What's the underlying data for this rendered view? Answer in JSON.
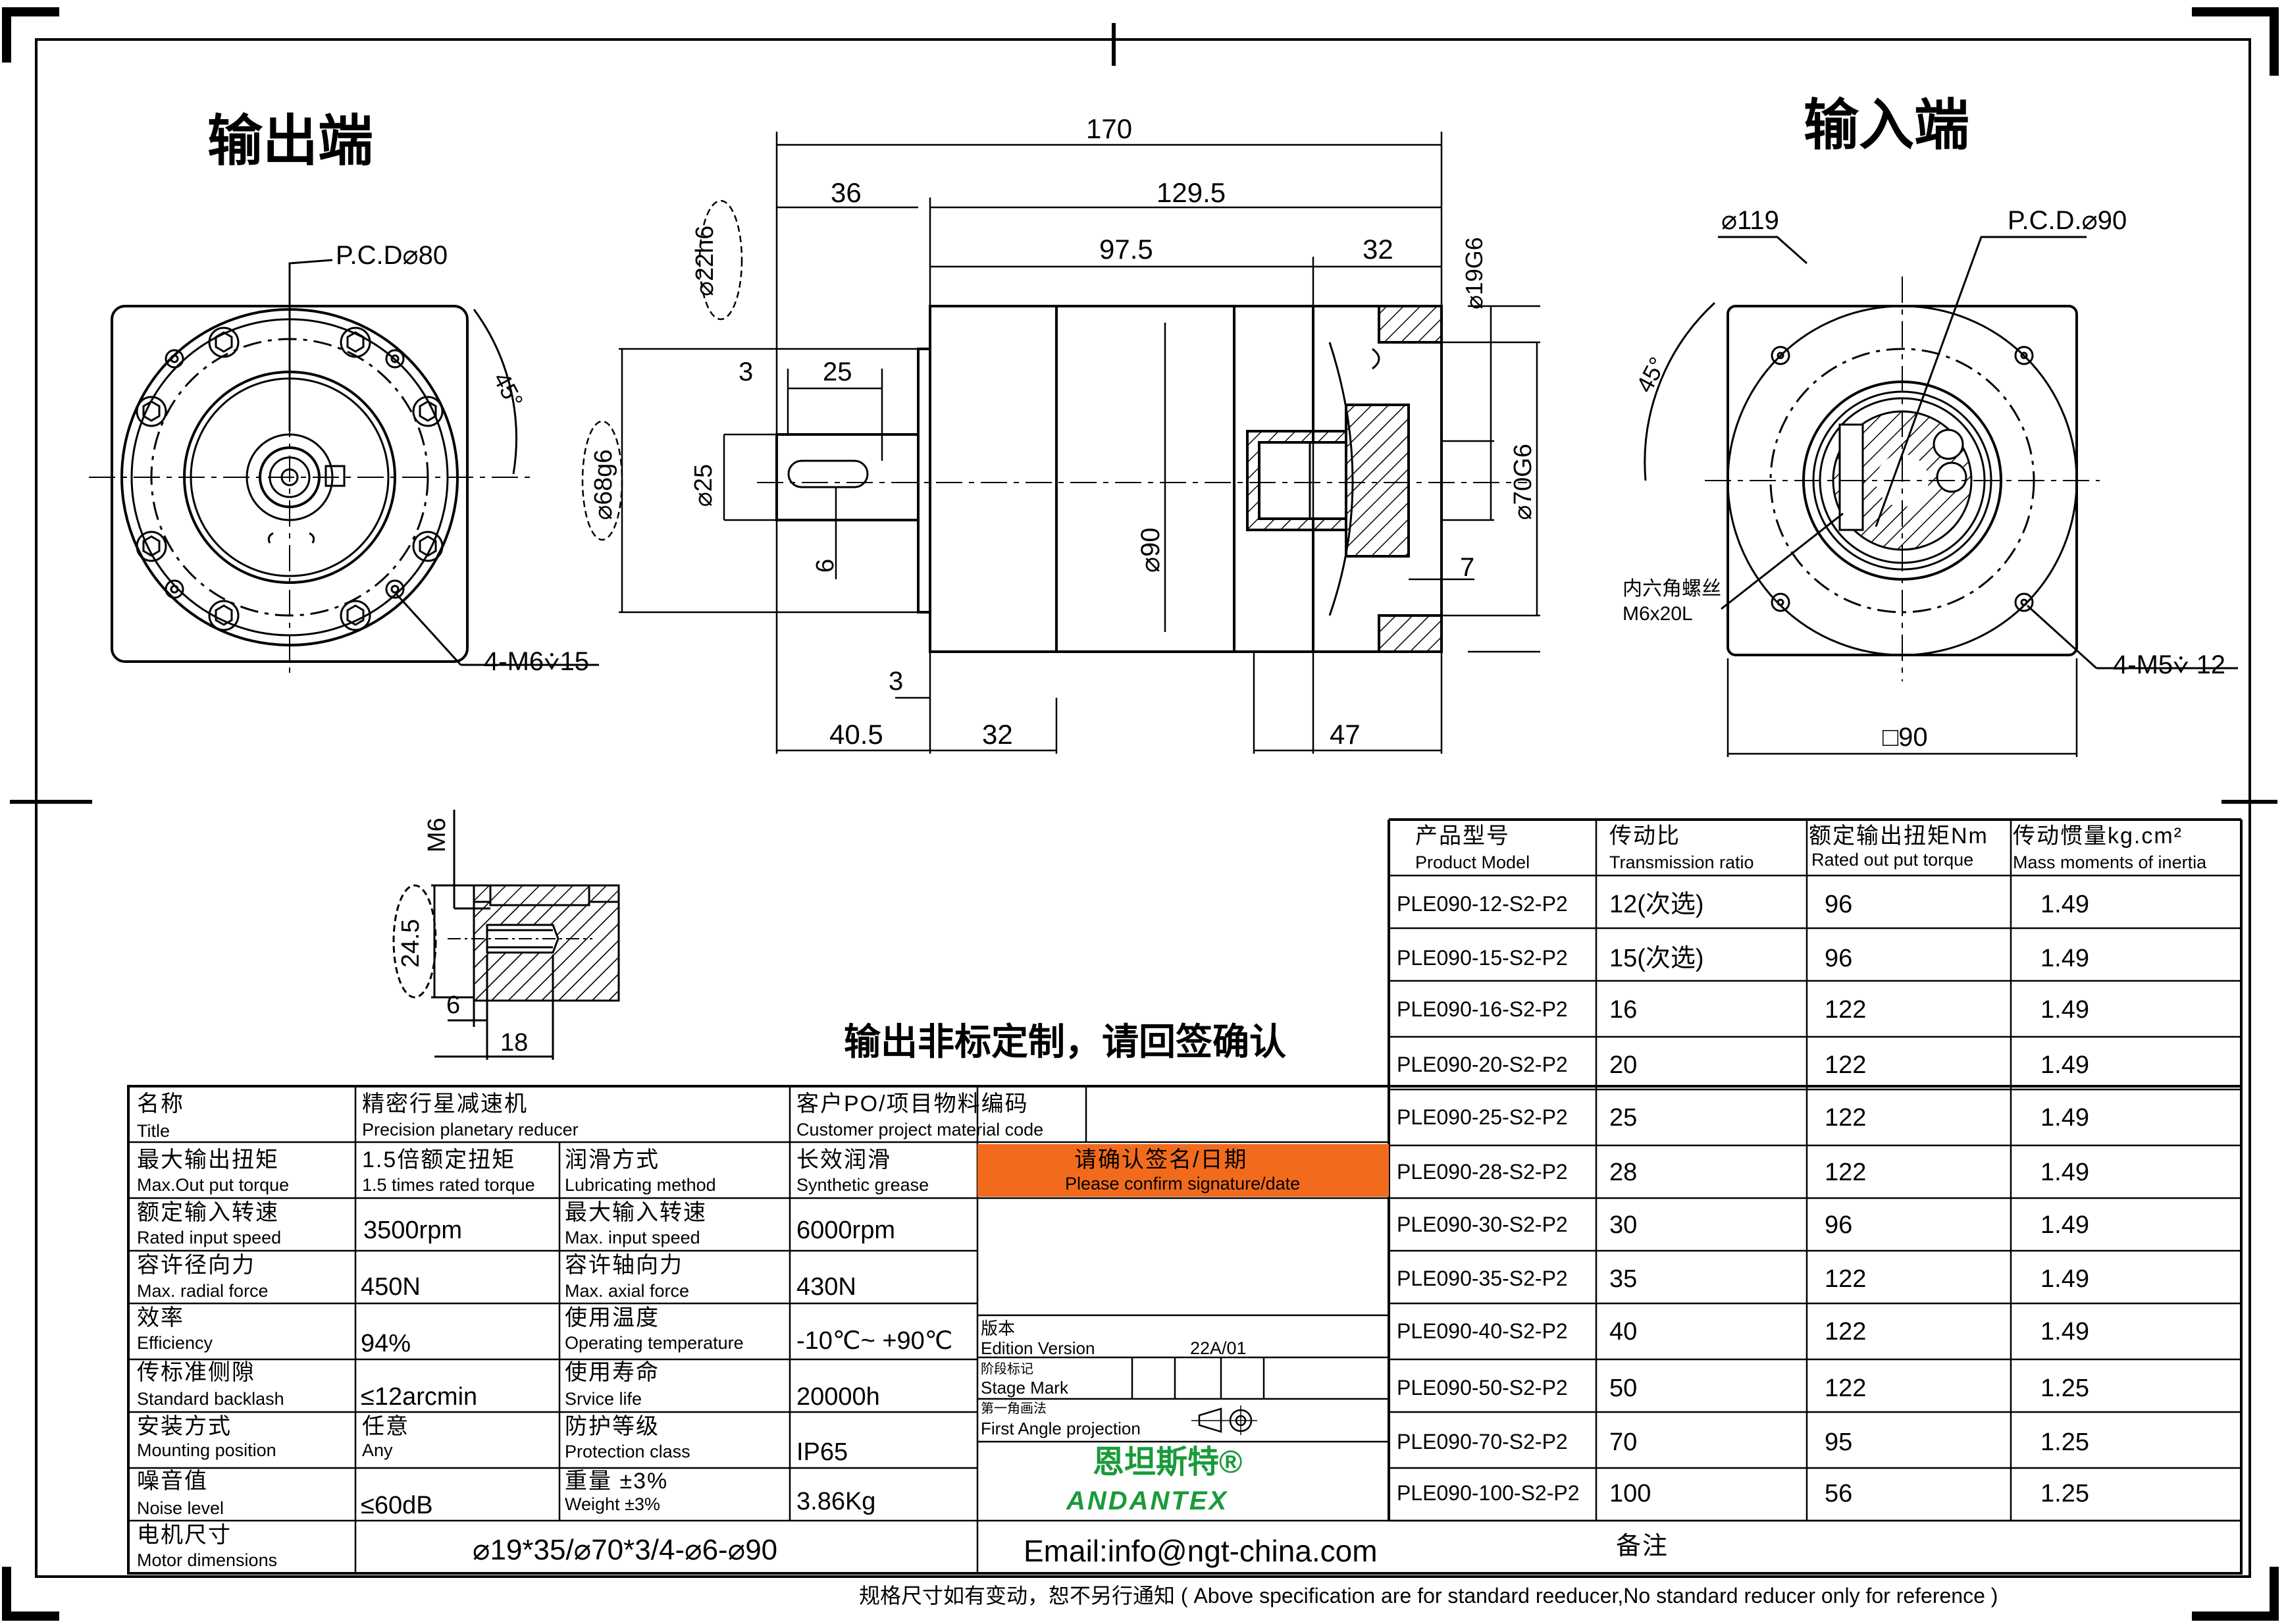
{
  "views": {
    "output_end_title": "输出端",
    "input_end_title": "输入端",
    "custom_note": "输出非标定制，请回签确认"
  },
  "dimensions": {
    "overall_length": "170",
    "body_length": "129.5",
    "shaft_length": "36",
    "mid_length": "97.5",
    "input_length": "32",
    "shaft_dia": "⌀22h6",
    "shaft_key_offset": "3",
    "key_length": "25",
    "pilot_dia": "⌀68g6",
    "shaft_d25": "⌀25",
    "key_width": "6",
    "body_dia": "⌀90",
    "bore_dia": "⌀19G6",
    "spigot_dia": "⌀70G6",
    "depth_7": "7",
    "flange_3": "3",
    "bottom_40_5": "40.5",
    "bottom_32": "32",
    "bottom_47": "47",
    "output_pcd": "P.C.D⌀80",
    "output_angle": "45°",
    "output_holes": "4-M6⩒15",
    "input_dia": "⌀119",
    "input_pcd": "P.C.D.⌀90",
    "input_angle": "45°",
    "input_screw_cn": "内六角螺丝",
    "input_screw": "M6x20L",
    "input_holes": "4-M5⩒ 12",
    "input_square": "□90",
    "tap_m6": "M6",
    "tap_24_5": "24.5",
    "tap_6": "6",
    "tap_18": "18"
  },
  "spec": {
    "title_cn": "名称",
    "title_en": "Title",
    "product_cn": "精密行星减速机",
    "product_en": "Precision planetary reducer",
    "po_cn": "客户PO/项目物料编码",
    "po_en": "Customer project material code",
    "max_torque_cn": "最大输出扭矩",
    "max_torque_en": "Max.Out put torque",
    "max_torque_v_cn": "1.5倍额定扭矩",
    "max_torque_v_en": "1.5 times rated torque",
    "lub_cn": "润滑方式",
    "lub_en": "Lubricating method",
    "lub_v_cn": "长效润滑",
    "lub_v_en": "Synthetic grease",
    "confirm_cn": "请确认签名/日期",
    "confirm_en": "Please confirm signature/date",
    "rin_cn": "额定输入转速",
    "rin_en": "Rated input speed",
    "rin_v": "3500rpm",
    "min_cn": "最大输入转速",
    "min_en": "Max. input speed",
    "min_v": "6000rpm",
    "rad_cn": "容许径向力",
    "rad_en": "Max. radial force",
    "rad_v": "450N",
    "axi_cn": "容许轴向力",
    "axi_en": "Max. axial force",
    "axi_v": "430N",
    "eff_cn": "效率",
    "eff_en": "Efficiency",
    "eff_v": "94%",
    "temp_cn": "使用温度",
    "temp_en": "Operating temperature",
    "temp_v": "-10℃~ +90℃",
    "back_cn": "传标准侧隙",
    "back_en": "Standard backlash",
    "back_v": "≤12arcmin",
    "life_cn": "使用寿命",
    "life_en": "Srvice life",
    "life_v": "20000h",
    "mount_cn": "安装方式",
    "mount_en": "Mounting position",
    "mount_v_cn": "任意",
    "mount_v_en": "Any",
    "prot_cn": "防护等级",
    "prot_en": "Protection class",
    "prot_v": "IP65",
    "noise_cn": "噪音值",
    "noise_en": "Noise level",
    "noise_v": "≤60dB",
    "weight_cn": "重量 ±3%",
    "weight_en": "Weight ±3%",
    "weight_v": "3.86Kg",
    "motor_cn": "电机尺寸",
    "motor_en": "Motor dimensions",
    "motor_v": "⌀19*35/⌀70*3/4-⌀6-⌀90",
    "edition_cn": "版本",
    "edition_en": "Edition Version",
    "edition_v": "22A/01",
    "stage_cn": "阶段标记",
    "stage_en": "Stage Mark",
    "proj_cn": "第一角画法",
    "proj_en": "First Angle projection",
    "brand_cn": "恩坦斯特®",
    "brand_en": "ANDANTEX",
    "email": "Email:info@ngt-china.com",
    "remark": "备注",
    "footer": "规格尺寸如有变动，恕不另行通知 ( Above specification are for standard reeducer,No standard reducer only for reference )"
  },
  "models": {
    "headers": [
      {
        "cn": "产品型号",
        "en": "Product Model"
      },
      {
        "cn": "传动比",
        "en": "Transmission ratio"
      },
      {
        "cn": "额定输出扭矩Nm",
        "en": "Rated out put torque"
      },
      {
        "cn": "传动惯量kg.cm²",
        "en": "Mass moments of inertia"
      }
    ],
    "rows": [
      {
        "model": "PLE090-12-S2-P2",
        "ratio": "12(次选)",
        "torque": "96",
        "inertia": "1.49"
      },
      {
        "model": "PLE090-15-S2-P2",
        "ratio": "15(次选)",
        "torque": "96",
        "inertia": "1.49"
      },
      {
        "model": "PLE090-16-S2-P2",
        "ratio": "16",
        "torque": "122",
        "inertia": "1.49"
      },
      {
        "model": "PLE090-20-S2-P2",
        "ratio": "20",
        "torque": "122",
        "inertia": "1.49"
      },
      {
        "model": "PLE090-25-S2-P2",
        "ratio": "25",
        "torque": "122",
        "inertia": "1.49"
      },
      {
        "model": "PLE090-28-S2-P2",
        "ratio": "28",
        "torque": "122",
        "inertia": "1.49"
      },
      {
        "model": "PLE090-30-S2-P2",
        "ratio": "30",
        "torque": "96",
        "inertia": "1.49"
      },
      {
        "model": "PLE090-35-S2-P2",
        "ratio": "35",
        "torque": "122",
        "inertia": "1.49"
      },
      {
        "model": "PLE090-40-S2-P2",
        "ratio": "40",
        "torque": "122",
        "inertia": "1.49"
      },
      {
        "model": "PLE090-50-S2-P2",
        "ratio": "50",
        "torque": "122",
        "inertia": "1.25"
      },
      {
        "model": "PLE090-70-S2-P2",
        "ratio": "70",
        "torque": "95",
        "inertia": "1.25"
      },
      {
        "model": "PLE090-100-S2-P2",
        "ratio": "100",
        "torque": "56",
        "inertia": "1.25"
      }
    ]
  }
}
